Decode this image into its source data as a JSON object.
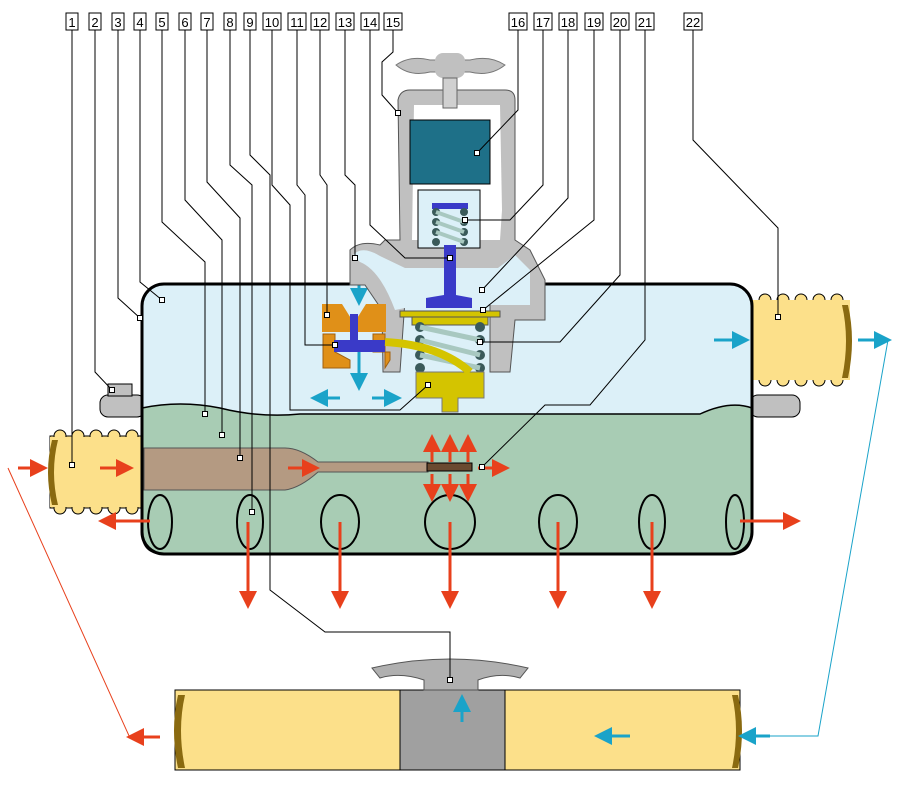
{
  "labels": [
    "1",
    "2",
    "3",
    "4",
    "5",
    "6",
    "7",
    "8",
    "9",
    "10",
    "11",
    "12",
    "13",
    "14",
    "15",
    "16",
    "17",
    "18",
    "19",
    "20",
    "21",
    "22"
  ],
  "colors": {
    "hose": "#fce08a",
    "upper_chamber": "#dcf0f8",
    "lower_chamber": "#a8ccb4",
    "rod": "#b49a82",
    "housing": "#c0c0c0",
    "filter": "#1e7088",
    "valve": "#3a3ac8",
    "orange_seat": "#e09018",
    "diaphragm_base": "#d4c400",
    "spring": "#a8c8c0",
    "hot_arrow": "#e8401c",
    "cold_arrow": "#1aa3c9"
  }
}
